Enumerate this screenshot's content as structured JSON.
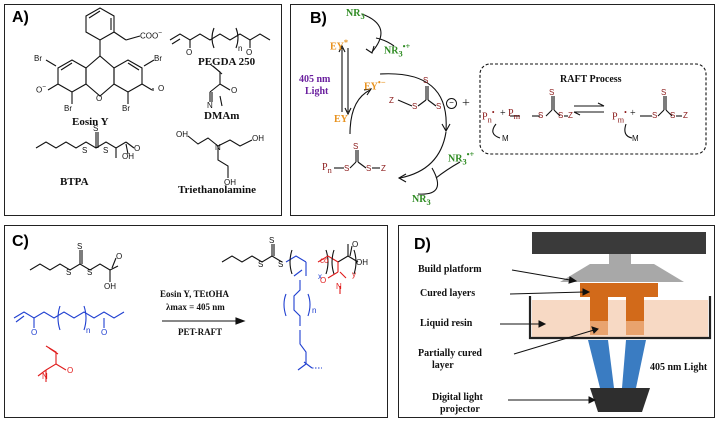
{
  "panels": {
    "a": {
      "label": "A)",
      "compounds": {
        "eosin": "Eosin Y",
        "pegda": "PEGDA 250",
        "dmam": "DMAm",
        "btpa": "BTPA",
        "tea": "Triethanolamine"
      },
      "atoms": {
        "br": "Br",
        "o": "O",
        "oh": "OH",
        "n": "N",
        "s": "S",
        "coo": "COO",
        "sub_n": "n",
        "minus": "−"
      }
    },
    "b": {
      "label": "B)",
      "nr3": "NR",
      "ey_star": "EY",
      "ey_rad": "EY",
      "ey": "EY",
      "light": "405 nm\nLight",
      "light_line1": "405 nm",
      "light_line2": "Light",
      "raft_process": "RAFT Process",
      "pn": "P",
      "pm": "P",
      "m": "M",
      "z": "Z",
      "plus": "+"
    },
    "c": {
      "label": "C)",
      "cond1": "Eosin Y, TEtOHA",
      "cond2": "λmax = 405 nm",
      "cond3": "PET-RAFT",
      "co": "co",
      "x": "x",
      "y": "y",
      "n": "n"
    },
    "d": {
      "label": "D)",
      "build_platform": "Build platform",
      "cured_layers": "Cured layers",
      "liquid_resin": "Liquid resin",
      "partially_cured": "Partially cured\nlayer",
      "partially_cured_1": "Partially cured",
      "partially_cured_2": "layer",
      "light_405": "405 nm Light",
      "projector_1": "Digital light",
      "projector_2": "projector"
    }
  },
  "colors": {
    "orange": "#E8921E",
    "green": "#2E8B22",
    "purple": "#6A1F9E",
    "darkred": "#8B1A1A",
    "blue": "#1F3FD0",
    "red": "#E01B1B",
    "cured": "#D26A1A",
    "resin": "#F7D9C4",
    "beam": "#3A7CC2",
    "gray": "#A8A8A8",
    "dark": "#3A3A3A"
  }
}
